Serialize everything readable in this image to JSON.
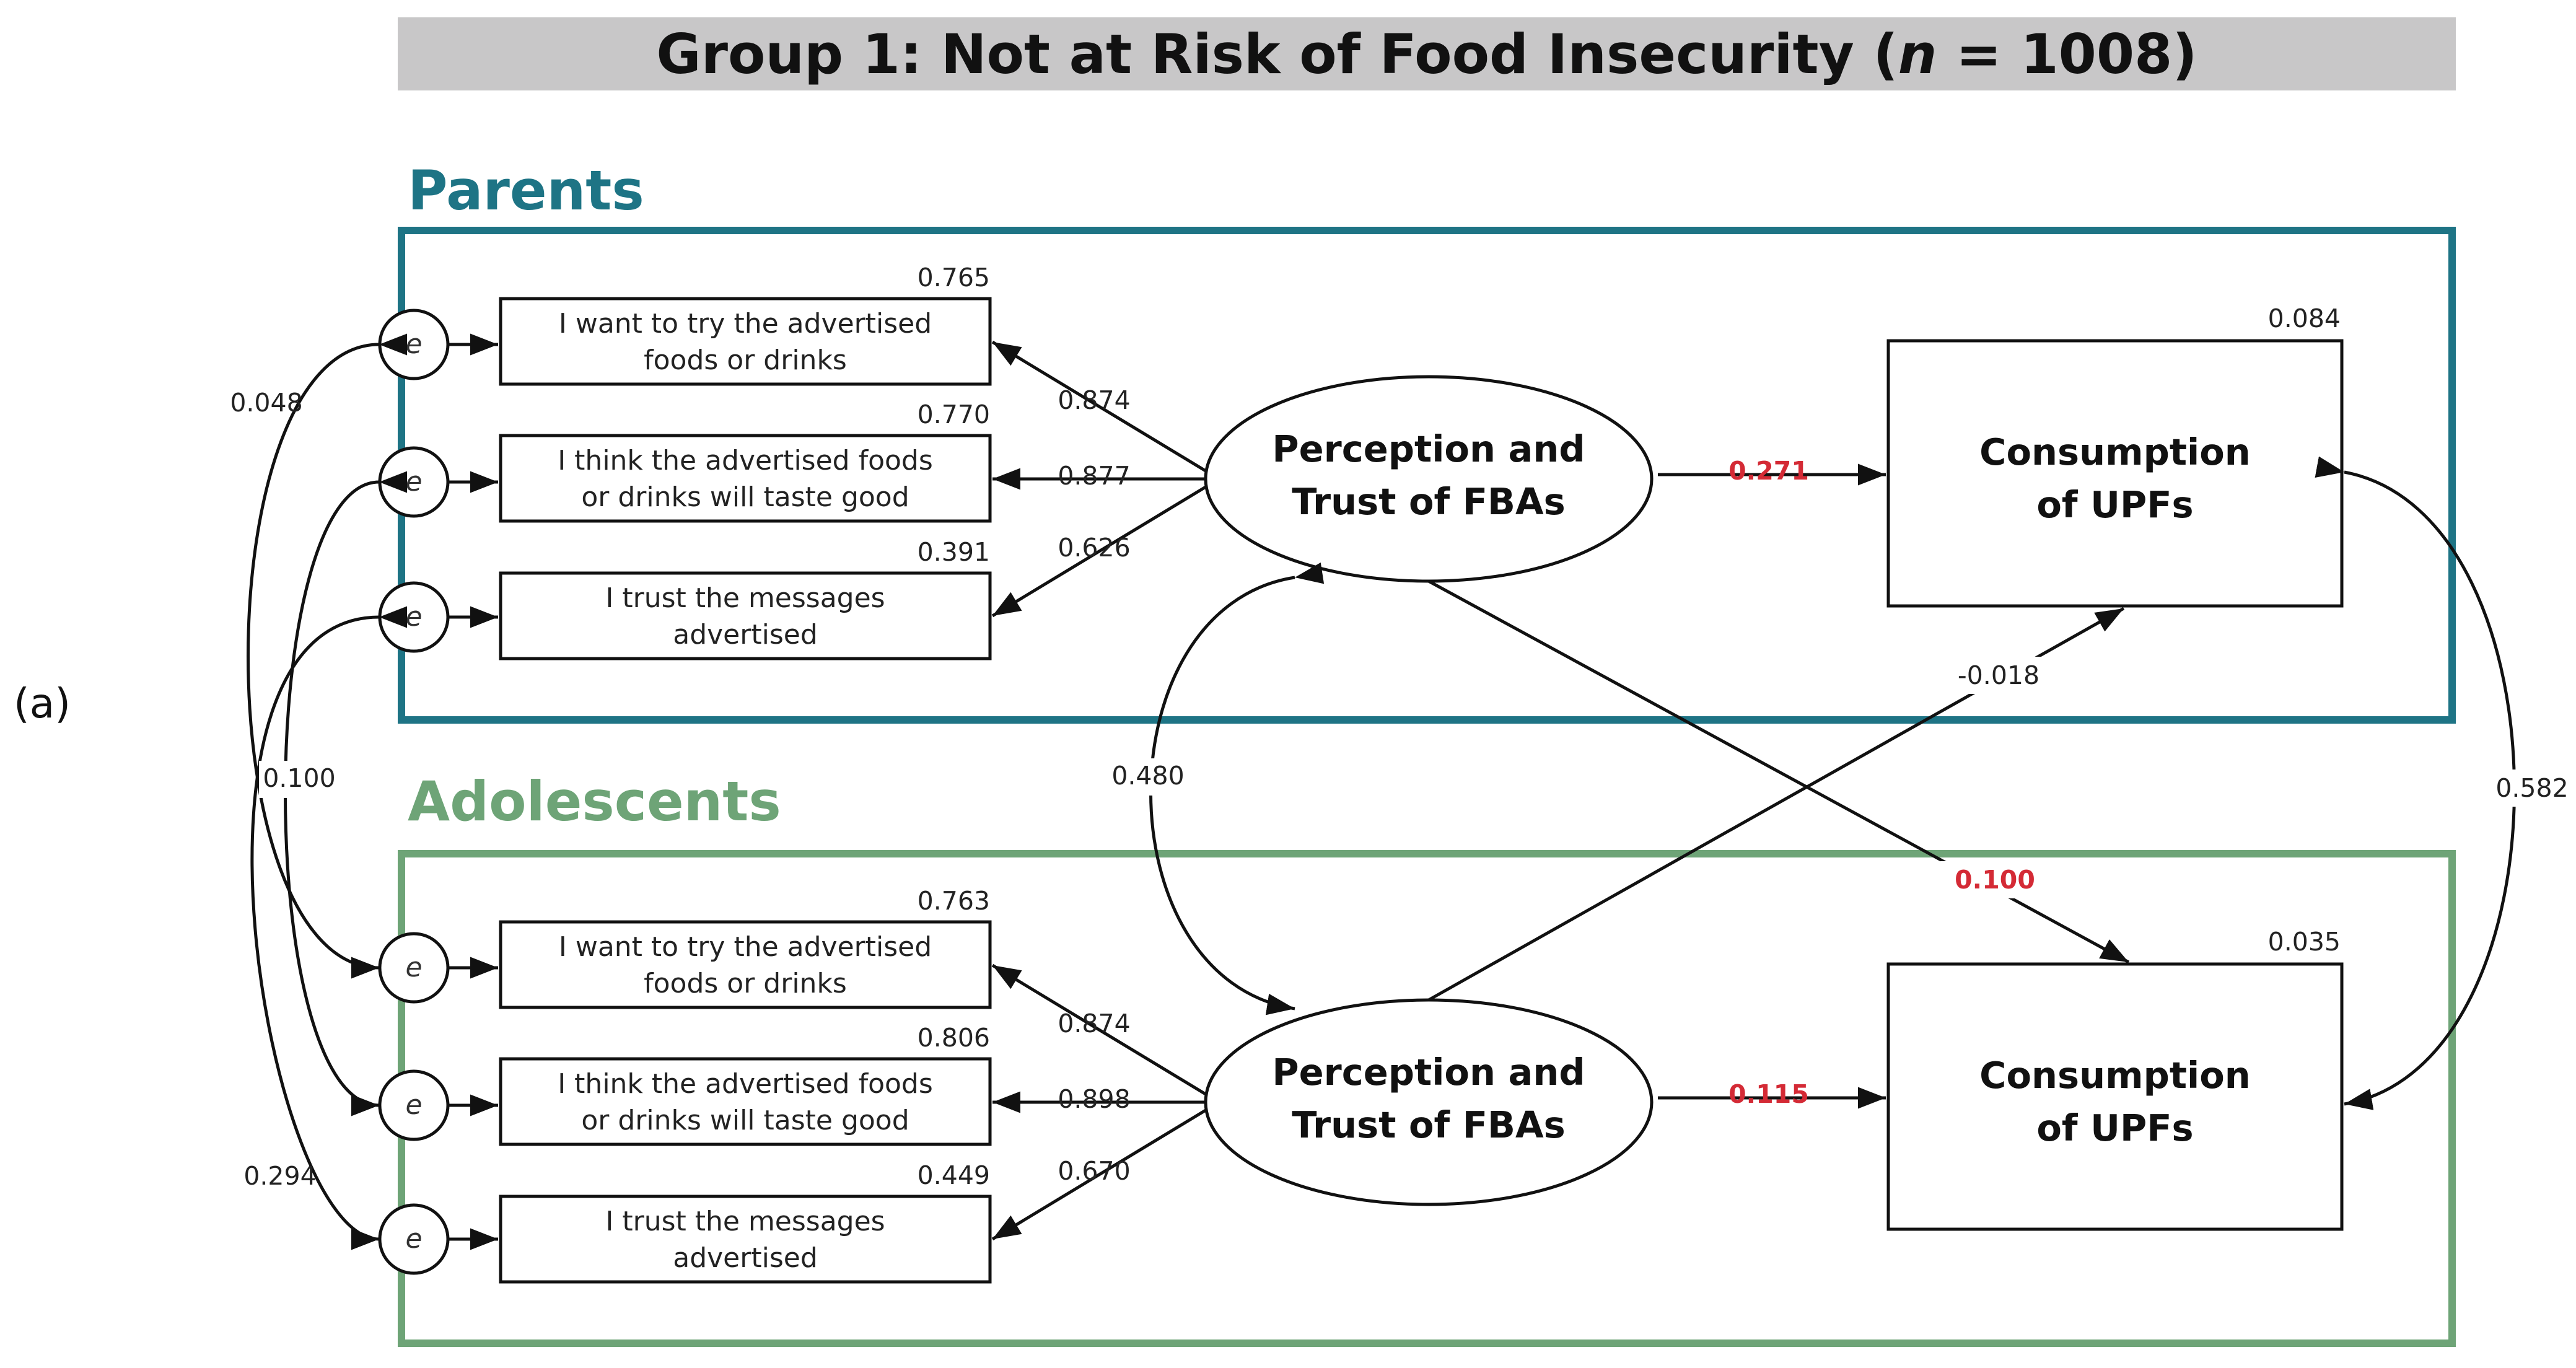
{
  "panel_label": "(a)",
  "title": {
    "prefix": "Group 1: Not at Risk of Food Insecurity (",
    "n_symbol": "n",
    "suffix": " = 1008)"
  },
  "colors": {
    "title_bar": "#c8c7c8",
    "parents": "#1e7485",
    "adolescents": "#6ea477",
    "significant": "#d42a35",
    "ink": "#111111"
  },
  "error_symbol": "e",
  "parents": {
    "label": "Parents",
    "items": [
      {
        "line1": "I want to try the advertised",
        "line2": "foods or drinks",
        "r2": "0.765",
        "loading": "0.874"
      },
      {
        "line1": "I think the advertised foods",
        "line2": "or drinks will taste good",
        "r2": "0.770",
        "loading": "0.877"
      },
      {
        "line1": "I trust the messages",
        "line2": "advertised",
        "r2": "0.391",
        "loading": "0.626"
      }
    ],
    "latent": {
      "line1": "Perception and",
      "line2": "Trust of FBAs"
    },
    "outcome": {
      "line1": "Consumption",
      "line2": "of UPFs",
      "r2": "0.084"
    },
    "path": "0.271"
  },
  "adolescents": {
    "label": "Adolescents",
    "items": [
      {
        "line1": "I want to try the advertised",
        "line2": "foods or drinks",
        "r2": "0.763",
        "loading": "0.874"
      },
      {
        "line1": "I think the advertised foods",
        "line2": "or drinks will taste good",
        "r2": "0.806",
        "loading": "0.898"
      },
      {
        "line1": "I trust the messages",
        "line2": "advertised",
        "r2": "0.449",
        "loading": "0.670"
      }
    ],
    "latent": {
      "line1": "Perception and",
      "line2": "Trust of FBAs"
    },
    "outcome": {
      "line1": "Consumption",
      "line2": "of UPFs",
      "r2": "0.035"
    },
    "path": "0.115"
  },
  "cross_paths": {
    "parent_to_adolescent_upf": "0.100",
    "adolescent_to_parent_upf": "-0.018"
  },
  "covariances": {
    "item1_errors": "0.048",
    "item2_errors": "0.100",
    "item3_errors": "0.294",
    "latent": "0.480",
    "upf": "0.582"
  }
}
